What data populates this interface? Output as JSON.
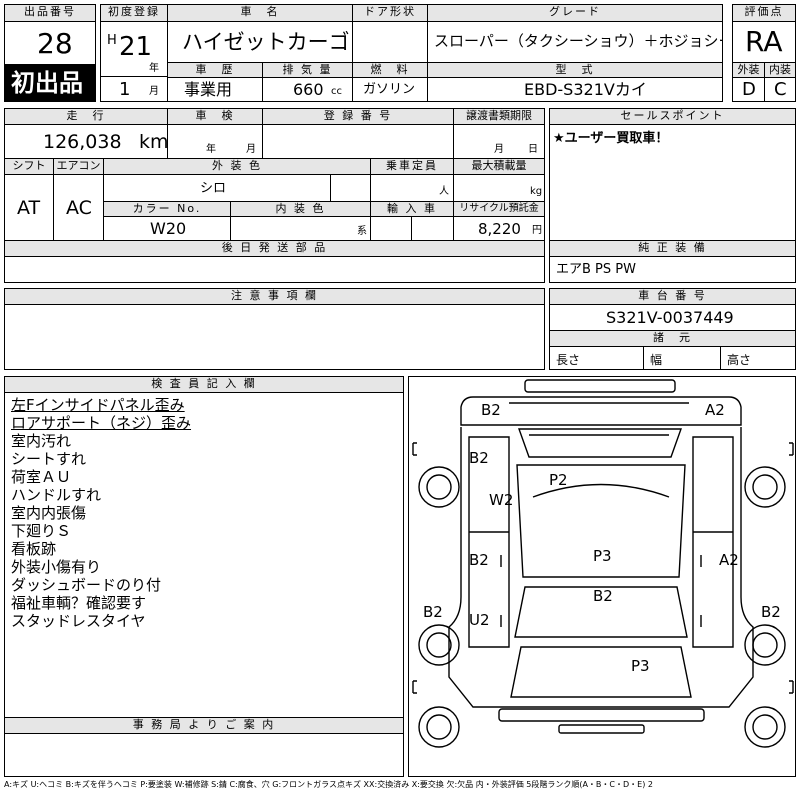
{
  "header": {
    "lot_label": "出品番号",
    "lot_value": "28",
    "first_listing": "初出品",
    "reg_label": "初度登録",
    "reg_era": "H",
    "reg_year": "21",
    "reg_year_unit": "年",
    "reg_month": "1",
    "reg_month_unit": "月",
    "car_name_label": "車　名",
    "car_name": "ハイゼットカーゴ",
    "door_label": "ドア形状",
    "door_value": "",
    "grade_label": "グレード",
    "grade_value": "スローパー（タクシーショウ）＋ホジョシート",
    "score_label": "評価点",
    "score_value": "RA",
    "history_label": "車　歴",
    "history_value": "事業用",
    "displacement_label": "排 気 量",
    "displacement_value": "660",
    "displacement_unit": "cc",
    "fuel_label": "燃　料",
    "fuel_value": "ガソリン",
    "model_label": "型　式",
    "model_value": "EBD-S321Vカイ",
    "exterior_grade_label": "外装",
    "exterior_grade": "D",
    "interior_grade_label": "内装",
    "interior_grade": "C"
  },
  "row2": {
    "mileage_label": "走　行",
    "mileage_value": "126,038",
    "mileage_unit": "km",
    "inspection_label": "車　検",
    "inspection_year_unit": "年",
    "inspection_month_unit": "月",
    "plate_label": "登 録 番 号",
    "transfer_label": "譲渡書類期限",
    "transfer_month_unit": "月",
    "transfer_day_unit": "日",
    "shift_label": "シフト",
    "shift_value": "AT",
    "ac_label": "エアコン",
    "ac_value": "AC",
    "color_label": "外 装 色",
    "color_value": "シロ",
    "capacity_label": "乗車定員",
    "capacity_unit": "人",
    "load_label": "最大積載量",
    "load_unit": "kg",
    "color_no_label": "カラー No.",
    "color_no_value": "W20",
    "interior_color_label": "内 装 色",
    "interior_color_unit": "系",
    "import_label": "輸 入 車",
    "recycle_label": "リサイクル預託金",
    "recycle_value": "8,220",
    "recycle_unit": "円",
    "later_parts_label": "後 日 発 送 部 品"
  },
  "sales": {
    "label": "セールスポイント",
    "text": "★ユーザー買取車！"
  },
  "equipment": {
    "label": "純 正 装 備",
    "text": "エアB PS PW"
  },
  "caution": {
    "label": "注 意 事 項 欄"
  },
  "chassis": {
    "label": "車 台 番 号",
    "value": "S321V-0037449",
    "dims_label": "諸　元",
    "length_label": "長さ",
    "width_label": "幅",
    "height_label": "高さ"
  },
  "inspector": {
    "label": "検 査 員 記 入 欄",
    "notes": [
      "左Fインサイドパネル歪み",
      "ロアサポート（ネジ）歪み",
      "室内汚れ",
      "シートすれ",
      "荷室ＡＵ",
      "ハンドルすれ",
      "室内内張傷",
      "下廻りＳ",
      "看板跡",
      "外装小傷有り",
      "ダッシュボードのり付",
      "福祉車輌？確認要す",
      "スタッドレスタイヤ"
    ],
    "underlined_count": 2
  },
  "office": {
    "label": "事 務 局 よ り ご 案 内"
  },
  "diagram": {
    "marks": {
      "front_left": "B2",
      "front_right": "A2",
      "left_front_door_area": "B2",
      "hood": "P2",
      "left_fender": "W2",
      "left_door": "B2",
      "roof": "P3",
      "right_door": "A2",
      "roof_rear": "B2",
      "left_rear": "B2",
      "left_rear_door": "U2",
      "right_rear": "B2",
      "rear": "P3"
    }
  },
  "legend": {
    "text": "A:キズ U:ヘコミ B:キズを伴うヘコミ P:要塗装 W:補修跡 S:錆 C:腐食、穴 G:フロントガラス点キズ XX:交換済み X:要交換 欠:欠品 内・外装評価 5段階ランク順(A・B・C・D・E) 2"
  }
}
